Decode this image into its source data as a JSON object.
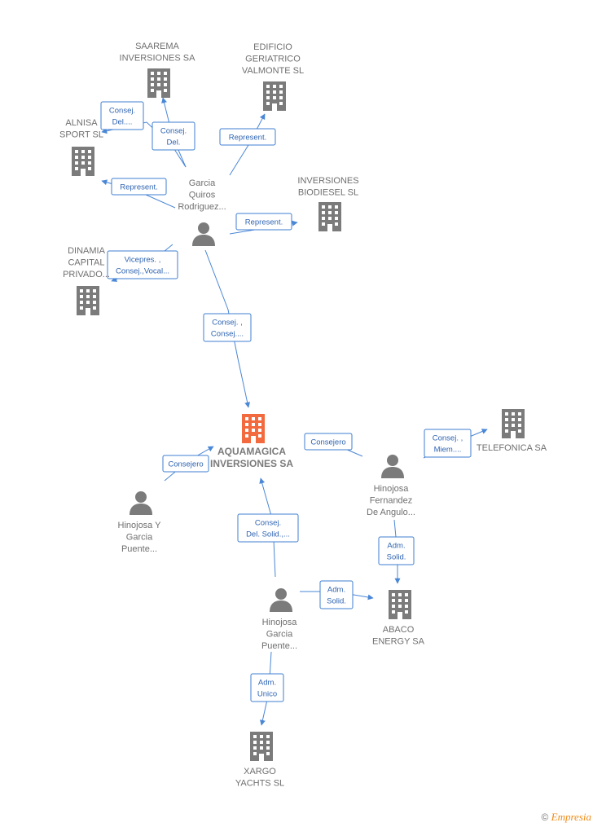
{
  "colors": {
    "company": "#7b7b7b",
    "main_company": "#f26a3d",
    "person": "#7b7b7b",
    "edge": "#4a87d6"
  },
  "nodes": [
    {
      "id": "saarema",
      "type": "company",
      "label": [
        "SAAREMA",
        "INVERSIONES SA"
      ]
    },
    {
      "id": "edificio",
      "type": "company",
      "label": [
        "EDIFICIO",
        "GERIATRICO",
        "VALMONTE SL"
      ]
    },
    {
      "id": "alnisa",
      "type": "company",
      "label": [
        "ALNISA",
        "SPORT SL"
      ]
    },
    {
      "id": "biodiesel",
      "type": "company",
      "label": [
        "INVERSIONES",
        "BIODIESEL SL"
      ]
    },
    {
      "id": "garcia",
      "type": "person",
      "label": [
        "Garcia",
        "Quiros",
        "Rodriguez..."
      ]
    },
    {
      "id": "dinamia",
      "type": "company",
      "label": [
        "DINAMIA",
        "CAPITAL",
        "PRIVADO..."
      ]
    },
    {
      "id": "aquamagica",
      "type": "main",
      "label": [
        "AQUAMAGICA",
        "INVERSIONES SA"
      ]
    },
    {
      "id": "telefonica",
      "type": "company",
      "label": [
        "TELEFONICA SA"
      ]
    },
    {
      "id": "hfernandez",
      "type": "person",
      "label": [
        "Hinojosa",
        "Fernandez",
        "De Angulo..."
      ]
    },
    {
      "id": "hgarciay",
      "type": "person",
      "label": [
        "Hinojosa Y",
        "Garcia",
        "Puente..."
      ]
    },
    {
      "id": "hgarcia",
      "type": "person",
      "label": [
        "Hinojosa",
        "Garcia",
        "Puente..."
      ]
    },
    {
      "id": "abaco",
      "type": "company",
      "label": [
        "ABACO",
        "ENERGY SA"
      ]
    },
    {
      "id": "xargo",
      "type": "company",
      "label": [
        "XARGO",
        "YACHTS SL"
      ]
    }
  ],
  "edges": [
    {
      "id": "e1",
      "label": [
        "Consej.",
        "Del...."
      ]
    },
    {
      "id": "e2",
      "label": [
        "Consej.",
        "Del."
      ]
    },
    {
      "id": "e3",
      "label": [
        "Represent."
      ]
    },
    {
      "id": "e4",
      "label": [
        "Represent."
      ]
    },
    {
      "id": "e5",
      "label": [
        "Represent."
      ]
    },
    {
      "id": "e6",
      "label": [
        "Vicepres. ,",
        "Consej.,Vocal..."
      ]
    },
    {
      "id": "e7",
      "label": [
        "Consej. ,",
        "Consej...."
      ]
    },
    {
      "id": "e8",
      "label": [
        "Consejero"
      ]
    },
    {
      "id": "e9",
      "label": [
        "Consej. ,",
        "Miem...."
      ]
    },
    {
      "id": "e10",
      "label": [
        "Consejero"
      ]
    },
    {
      "id": "e11",
      "label": [
        "Consej.",
        "Del. Solid.,..."
      ]
    },
    {
      "id": "e12",
      "label": [
        "Adm.",
        "Solid."
      ]
    },
    {
      "id": "e13",
      "label": [
        "Adm.",
        "Solid."
      ]
    },
    {
      "id": "e14",
      "label": [
        "Adm.",
        "Unico"
      ]
    }
  ],
  "footer": {
    "copyright": "©",
    "brand": "Empresia"
  }
}
